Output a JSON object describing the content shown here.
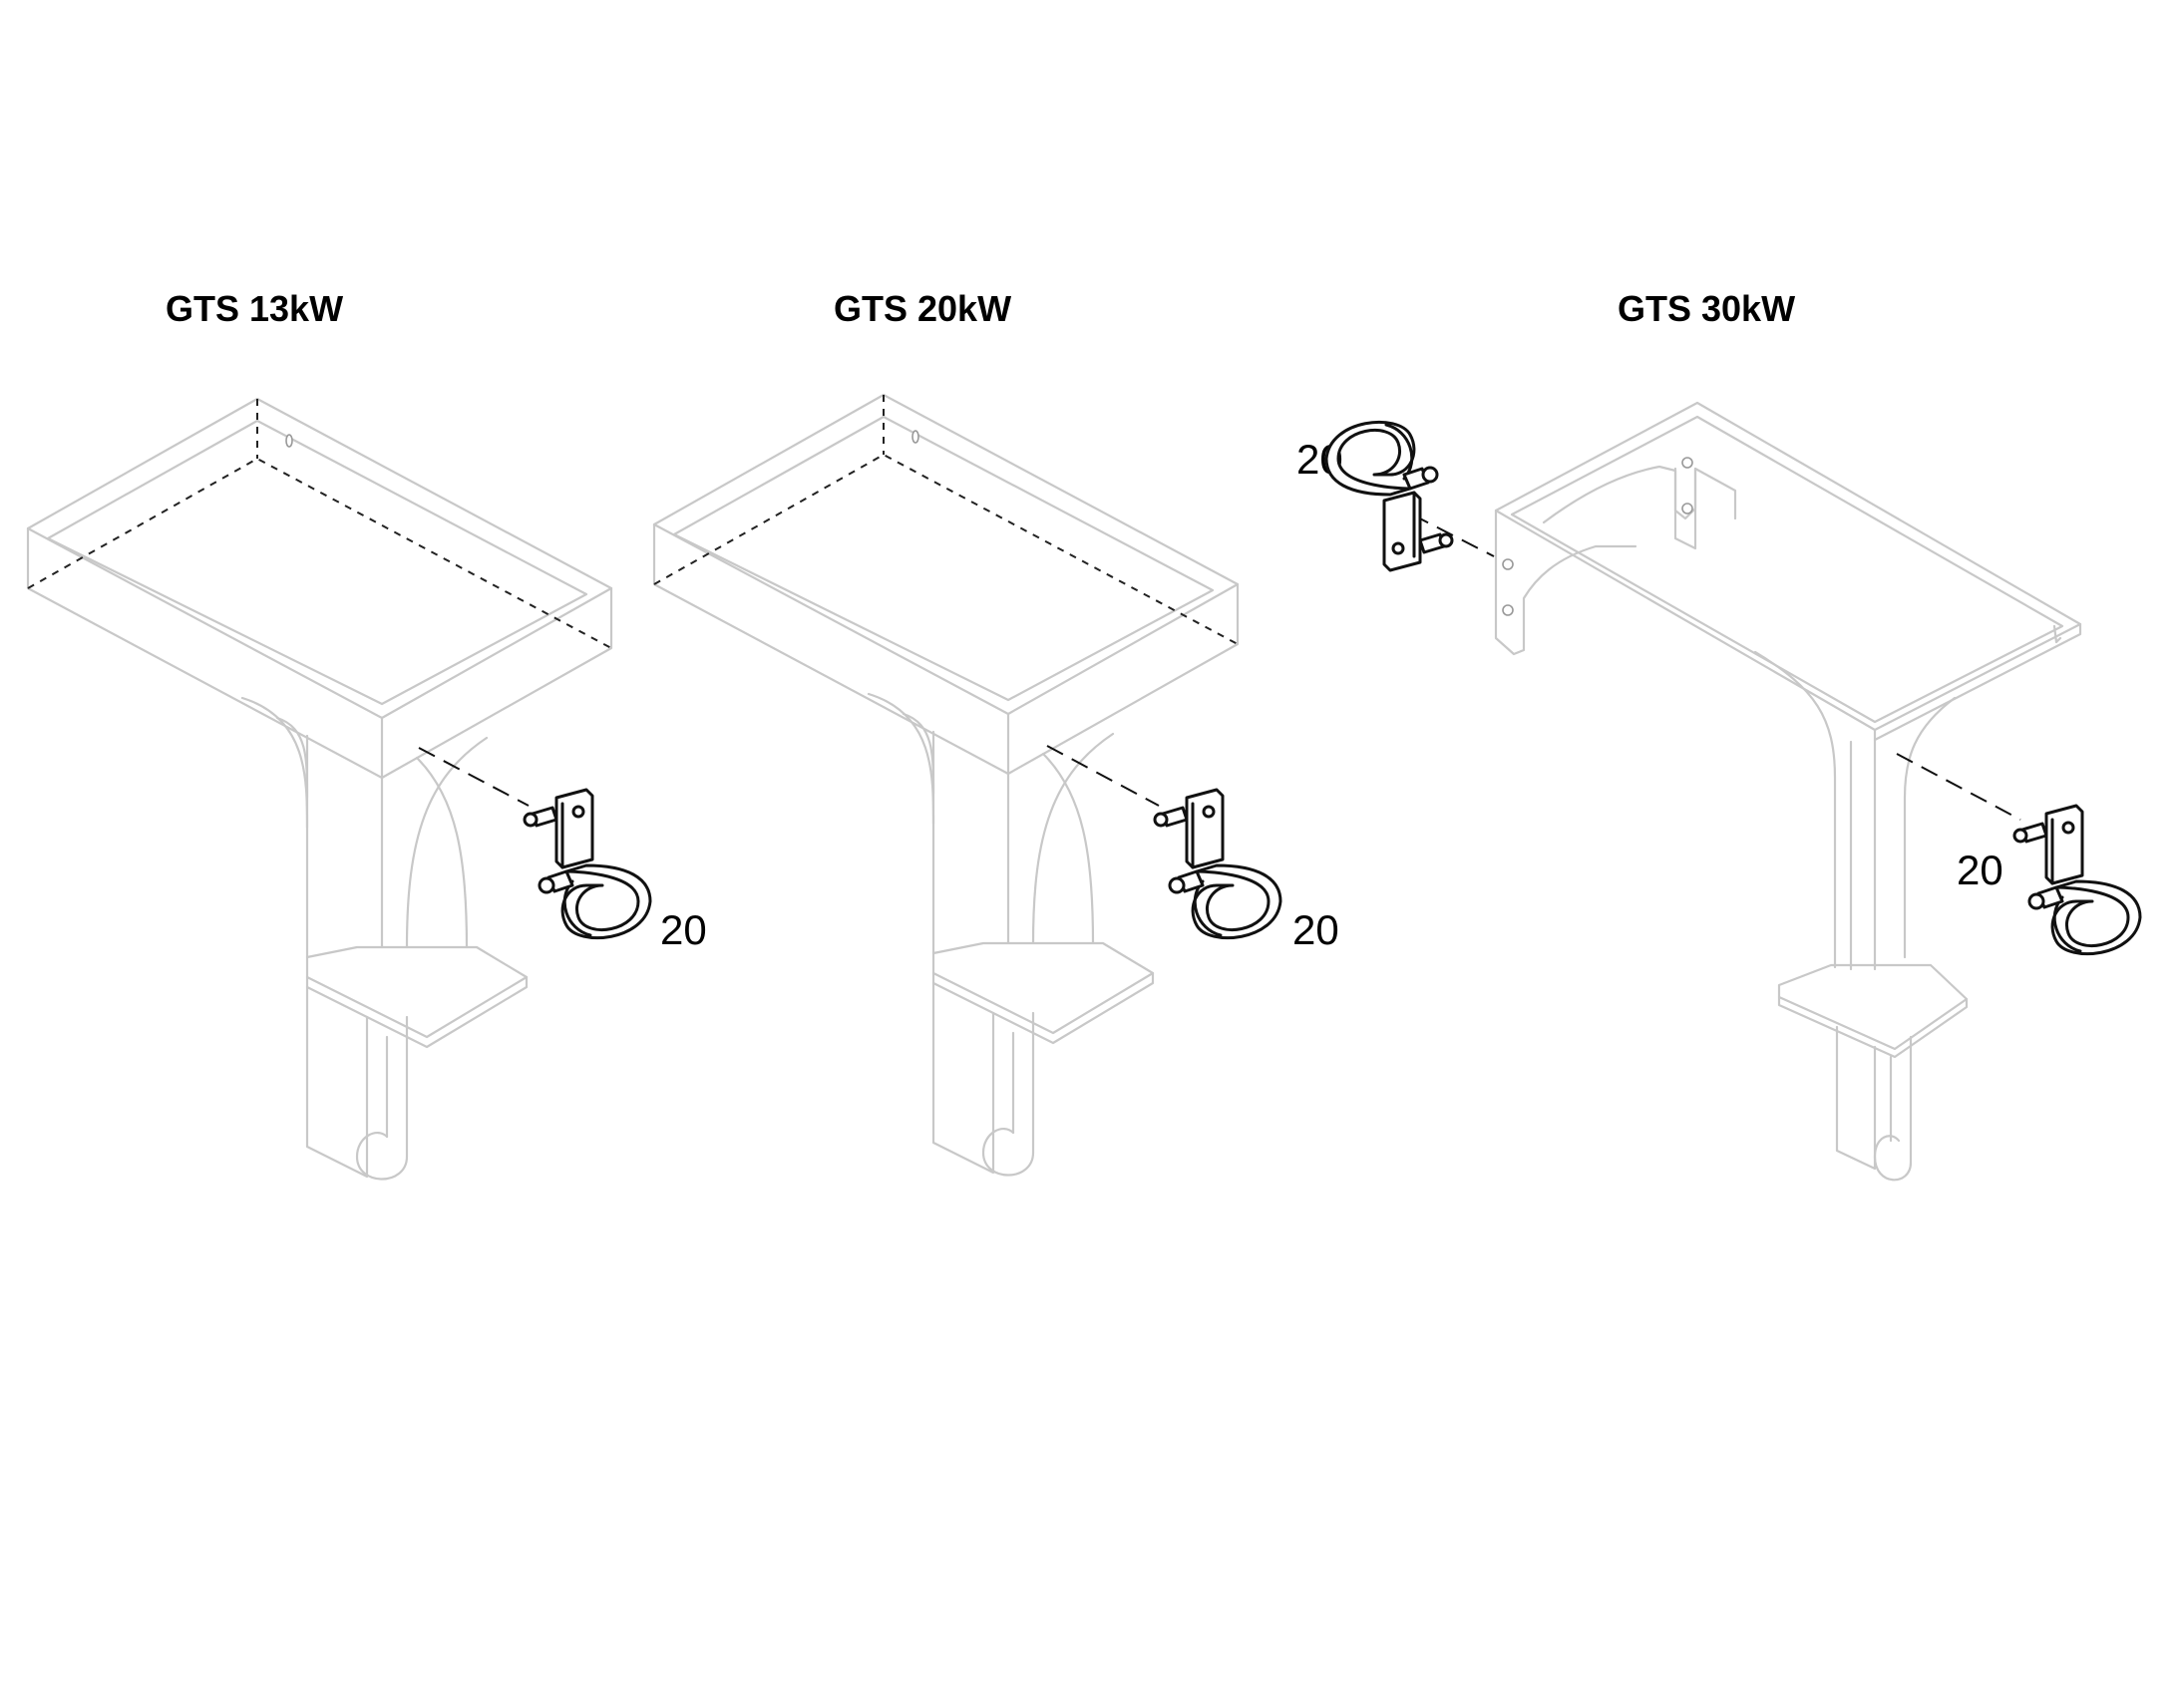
{
  "figures": [
    {
      "title": "GTS 13kW",
      "callout": "20"
    },
    {
      "title": "GTS 20kW",
      "callout": "20"
    },
    {
      "title": "GTS 30kW",
      "callout_top": "20",
      "callout_side": "20"
    }
  ],
  "colors": {
    "frame": "#c8c8c8",
    "part": "#111111",
    "background": "#ffffff"
  },
  "icons": [
    "support-frame",
    "hose-clamp",
    "dashed-leader-line"
  ]
}
